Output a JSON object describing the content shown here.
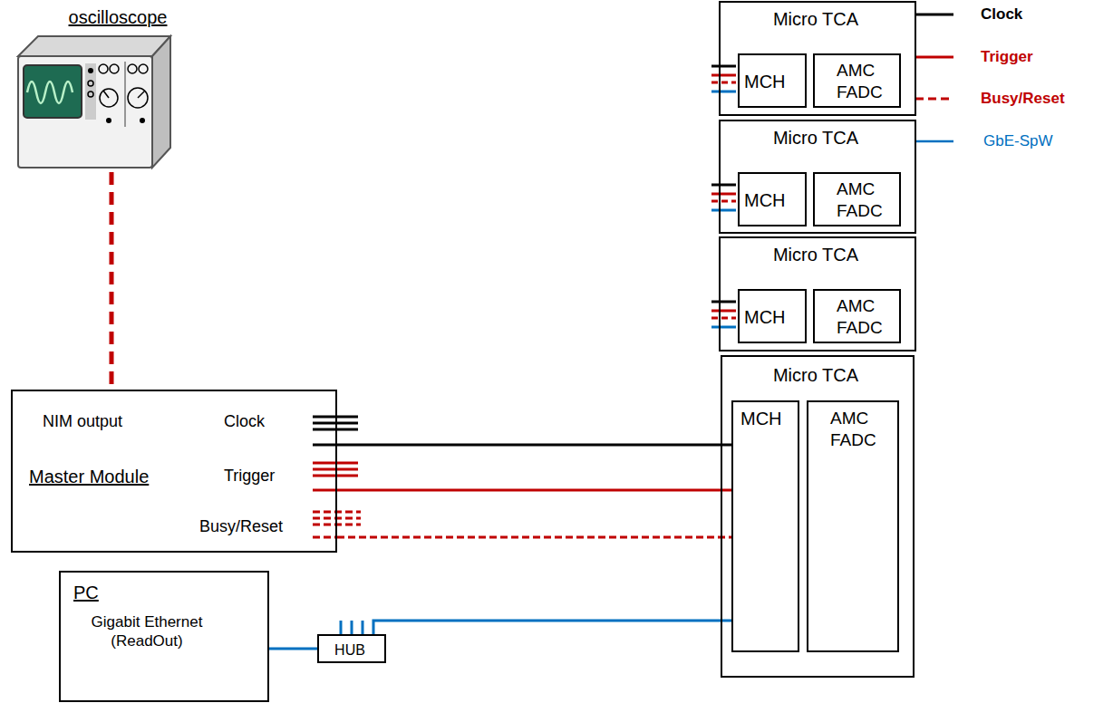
{
  "diagram": {
    "nodes": [
      {
        "text": [
          "oscilloscope"
        ]
      },
      {
        "text": [
          "Micro TCA"
        ]
      },
      {
        "text": [
          "MCH"
        ],
        "in": 1
      },
      {
        "text": [
          "AMC FADC"
        ],
        "in": 1
      },
      {
        "text": [
          "Micro TCA"
        ]
      },
      {
        "text": [
          "MCH"
        ],
        "in": 4
      },
      {
        "text": [
          "AMC FADC"
        ],
        "in": 4
      },
      {
        "text": [
          "Micro TCA"
        ]
      },
      {
        "text": [
          "MCH"
        ],
        "in": 7
      },
      {
        "text": [
          "AMC FADC"
        ],
        "in": 7
      },
      {
        "text": [
          "Micro TCA"
        ]
      },
      {
        "text": [
          "MCH"
        ],
        "in": 10
      },
      {
        "text": [
          "AMC FADC"
        ],
        "in": 10
      },
      {
        "text": [
          "NIM output",
          "Master Module",
          "Clock",
          "Trigger",
          "Busy/Reset"
        ]
      },
      {
        "text": [
          "PC",
          "Gigabit Ethernet (ReadOut)"
        ]
      },
      {
        "text": [
          "HUB"
        ]
      }
    ],
    "edges": [
      {
        "from": 0,
        "to": 13,
        "arrow": "none"
      },
      {
        "from": 13,
        "to": 11,
        "arrow": "none"
      },
      {
        "from": 13,
        "to": 11,
        "arrow": "none"
      },
      {
        "from": 13,
        "to": 11,
        "arrow": "none"
      },
      {
        "from": 14,
        "to": 15,
        "arrow": "none"
      },
      {
        "from": 15,
        "to": 11,
        "arrow": "none"
      }
    ],
    "legend": [
      {
        "text": "Clock"
      },
      {
        "text": "Trigger"
      },
      {
        "text": "Busy/Reset"
      },
      {
        "text": "GbE-SpW"
      }
    ]
  }
}
